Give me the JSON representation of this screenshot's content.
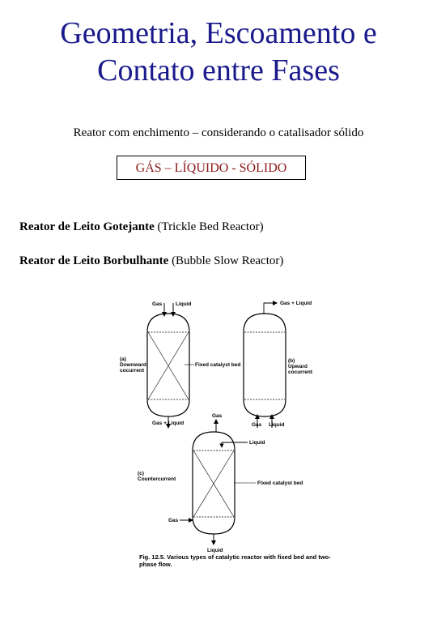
{
  "title_line1": "Geometria, Escoamento e",
  "title_line2": "Contato entre Fases",
  "subtitle": "Reator com enchimento – considerando o catalisador  sólido",
  "phase_box": "GÁS – LÍQUIDO - SÓLIDO",
  "trickle": {
    "bold": "Reator de Leito Gotejante",
    "rest": " (Trickle Bed Reactor)"
  },
  "bubble": {
    "bold": "Reator de Leito Borbulhante",
    "rest": " (Bubble Slow Reactor)"
  },
  "figure": {
    "a": {
      "gas": "Gas",
      "liquid": "Liquid",
      "tag": "(a)",
      "desc1": "Downward",
      "desc2": "cocurrent",
      "bed": "Fixed catalyst bed",
      "out": "Gas + Liquid"
    },
    "b": {
      "in": "Gas + Liquid",
      "tag": "(b)",
      "desc1": "Upward",
      "desc2": "cocurrent",
      "gas": "Gas",
      "liquid": "Liquid"
    },
    "c": {
      "gas_top": "Gas",
      "liquid_in": "Liquid",
      "tag": "(c)",
      "desc": "Countercurrent",
      "bed": "Fixed catalyst bed",
      "gas_in": "Gas",
      "liquid_out": "Liquid"
    },
    "caption1": "Fig. 12.5.   Various types of catalytic reactor with fixed bed and two-",
    "caption2": "phase flow."
  }
}
